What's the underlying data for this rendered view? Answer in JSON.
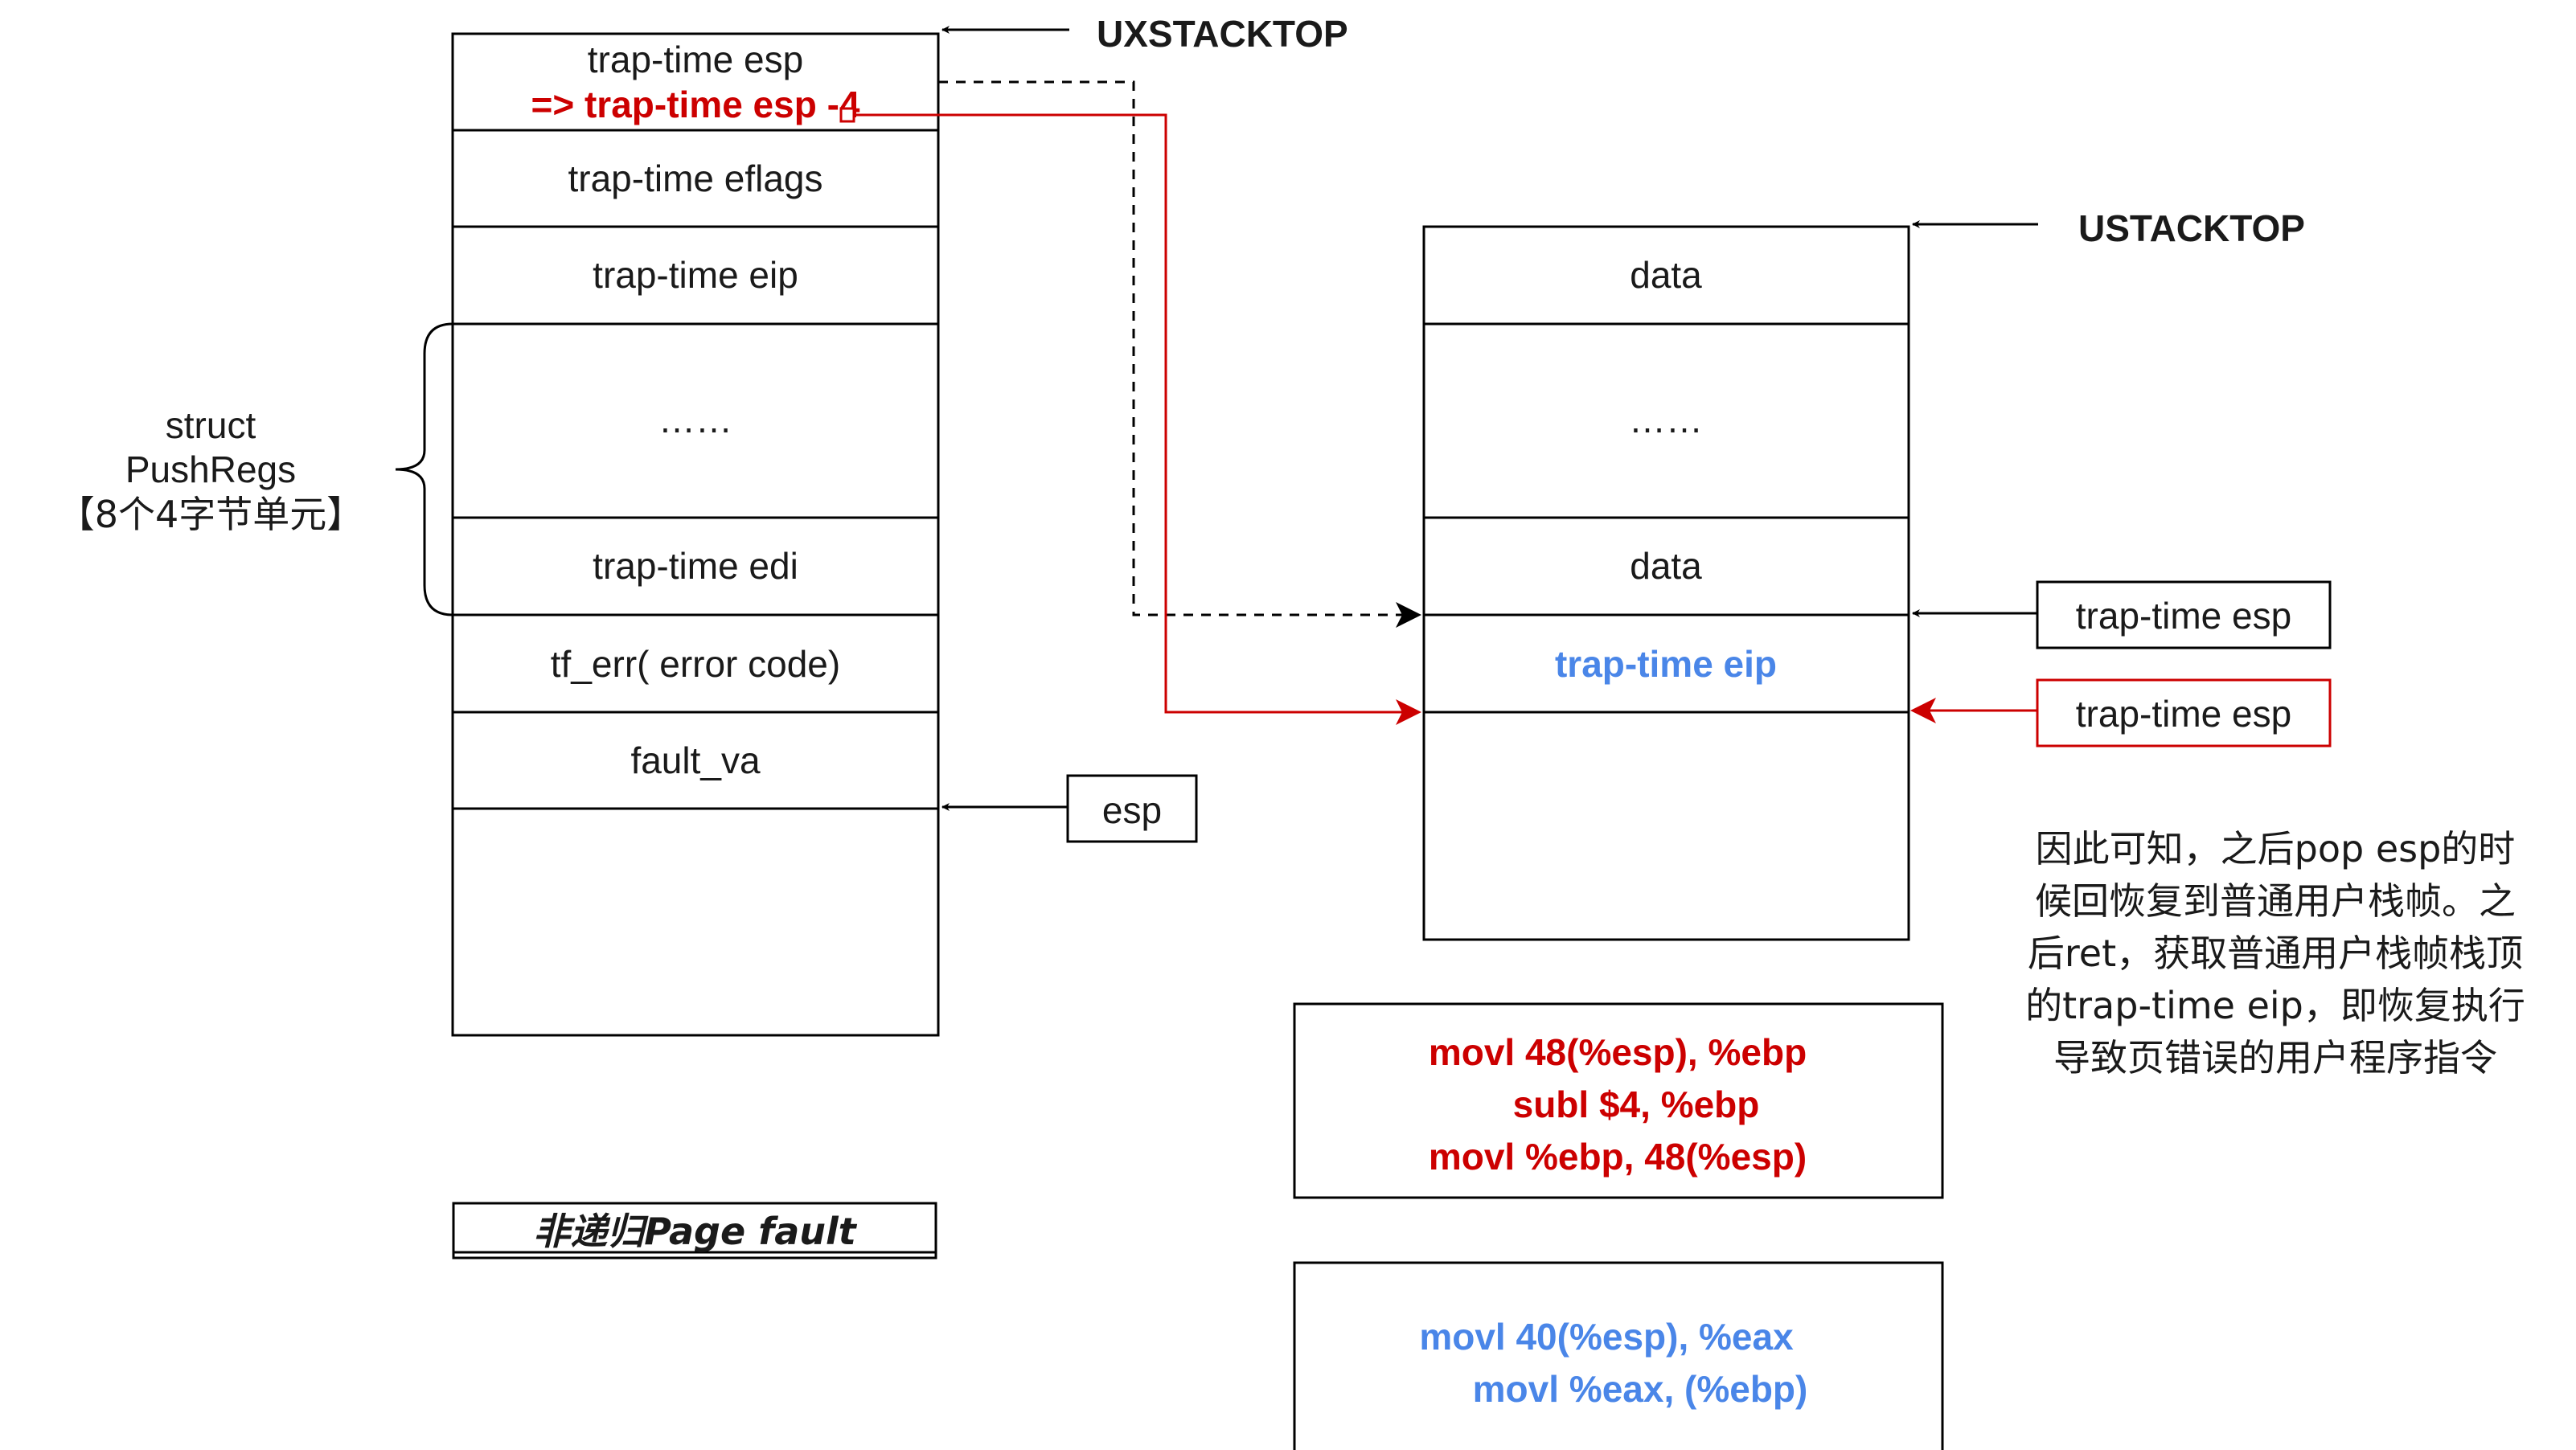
{
  "colors": {
    "black": "#000000",
    "red": "#cc0000",
    "blue": "#4a86e8"
  },
  "exception_stack": {
    "cells": [
      {
        "label": "trap-time esp",
        "note": "=> trap-time esp -4"
      },
      {
        "label": "trap-time eflags"
      },
      {
        "label": "trap-time eip"
      },
      {
        "label": "……"
      },
      {
        "label": "trap-time edi"
      },
      {
        "label": "tf_err( error code)"
      },
      {
        "label": "fault_va"
      }
    ],
    "top_label": "UXSTACKTOP",
    "esp_label": "esp",
    "brace_label": [
      "struct",
      "PushRegs",
      "【8个4字节单元】"
    ],
    "caption": "非递归Page fault"
  },
  "user_stack": {
    "top_label": "USTACKTOP",
    "cells": [
      {
        "label": "data"
      },
      {
        "label": "……"
      },
      {
        "label": "data"
      },
      {
        "label": "trap-time eip"
      }
    ],
    "pointer_old": "trap-time esp",
    "pointer_new": "trap-time esp"
  },
  "code_red": [
    "movl 48(%esp), %ebp",
    "subl $4, %ebp",
    "movl %ebp, 48(%esp)"
  ],
  "code_blue": [
    "movl 40(%esp), %eax",
    "movl %eax, (%ebp)"
  ],
  "explanation": [
    "因此可知，之后pop esp的时",
    "候回恢复到普通用户栈帧。之",
    "后ret，获取普通用户栈帧栈顶",
    "的trap-time eip，即恢复执行",
    "导致页错误的用户程序指令"
  ]
}
